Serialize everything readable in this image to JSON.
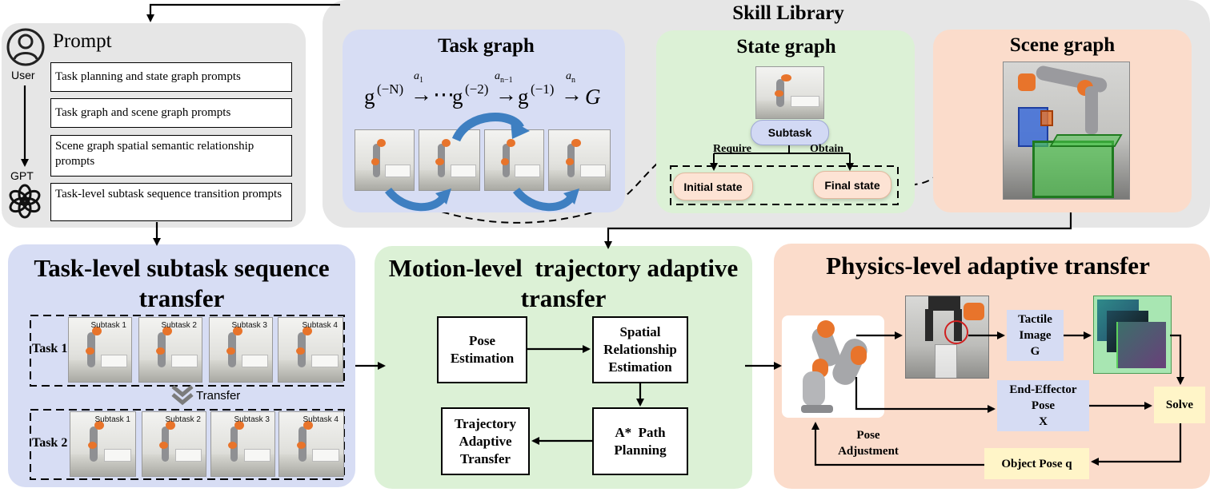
{
  "colors": {
    "skill_panel": "#e6e6e6",
    "task_panel": "#d7ddf4",
    "state_panel": "#dcf1d6",
    "scene_panel": "#fbdccb",
    "tactile_box": "#d6dcf3",
    "solve_box": "#fff5c8",
    "pill": "#fde3d4",
    "arrow_blue": "#3e7fc1",
    "robot_orange": "#e8742b",
    "box_blue": "#3467d9",
    "box_green": "#4cc64c"
  },
  "prompt": {
    "user_label": "User",
    "gpt_label": "GPT",
    "title": "Prompt",
    "items": [
      "Task planning and state graph prompts",
      "Task graph and scene graph prompts",
      "Scene graph spatial semantic relationship prompts",
      "Task-level subtask sequence transition prompts"
    ],
    "icons": [
      "user-icon",
      "openai-logo-icon"
    ]
  },
  "skill_library": {
    "title": "Skill Library",
    "task_graph": {
      "title": "Task graph",
      "formula": {
        "g": "g",
        "sup1": "(−N)",
        "a1": "a",
        "a1_sub": "1",
        "dots": "⋯",
        "sup2": "(−2)",
        "an1": "a",
        "an1_sub": "n−1",
        "sup3": "(−1)",
        "an": "a",
        "an_sub": "n",
        "G": "G",
        "arrow": "→"
      }
    },
    "state_graph": {
      "title": "State graph",
      "subtask": "Subtask",
      "require": "Require",
      "obtain": "Obtain",
      "initial": "Initial state",
      "final": "Final state"
    },
    "scene_graph": {
      "title": "Scene graph"
    }
  },
  "task_level": {
    "title_line1": "Task-level subtask sequence",
    "title_line2": "transfer",
    "task1": "Task 1",
    "task2": "Task 2",
    "transfer": "Transfer",
    "subtasks": [
      "Subtask 1",
      "Subtask 2",
      "Subtask 3",
      "Subtask 4"
    ]
  },
  "motion_level": {
    "title_line1": "Motion-level  trajectory adaptive",
    "title_line2": "transfer",
    "pose_estimation": [
      "Pose",
      "Estimation"
    ],
    "spatial": [
      "Spatial",
      "Relationship",
      "Estimation"
    ],
    "astar": [
      "A*  Path",
      "Planning"
    ],
    "trajectory": [
      "Trajectory",
      "Adaptive",
      "Transfer"
    ]
  },
  "physics_level": {
    "title": "Physics-level adaptive transfer",
    "tactile": [
      "Tactile",
      "Image",
      "G"
    ],
    "end_effector": [
      "End-Effector",
      "Pose",
      "X"
    ],
    "solve": "Solve",
    "object_pose": "Object Pose q",
    "pose_adjustment": [
      "Pose",
      "Adjustment"
    ]
  }
}
